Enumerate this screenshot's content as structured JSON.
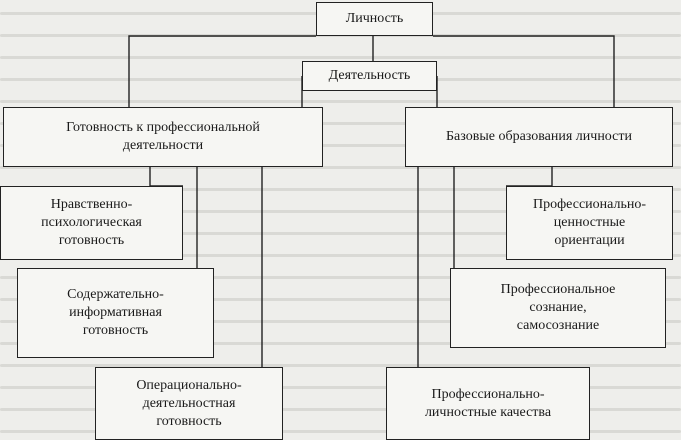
{
  "nodes": {
    "personality": "Личность",
    "activity": "Деятельность",
    "readiness": "Готовность к профессиональной\nдеятельности",
    "base_formations": "Базовые образования личности",
    "moral_psych": "Нравственно-\nпсихологическая\nготовность",
    "content_info": "Содержательно-\nинформативная\nготовность",
    "operational": "Операционально-\nдеятельностная\nготовность",
    "value_orient": "Профессионально-\nценностные\nориентации",
    "prof_consciousness": "Профессиональное\nсознание,\nсамосознание",
    "personal_qualities": "Профессионально-\nличностные качества"
  },
  "colors": {
    "background": "#eeeeeb",
    "box_fill": "#f6f6f3",
    "line": "#222222"
  }
}
